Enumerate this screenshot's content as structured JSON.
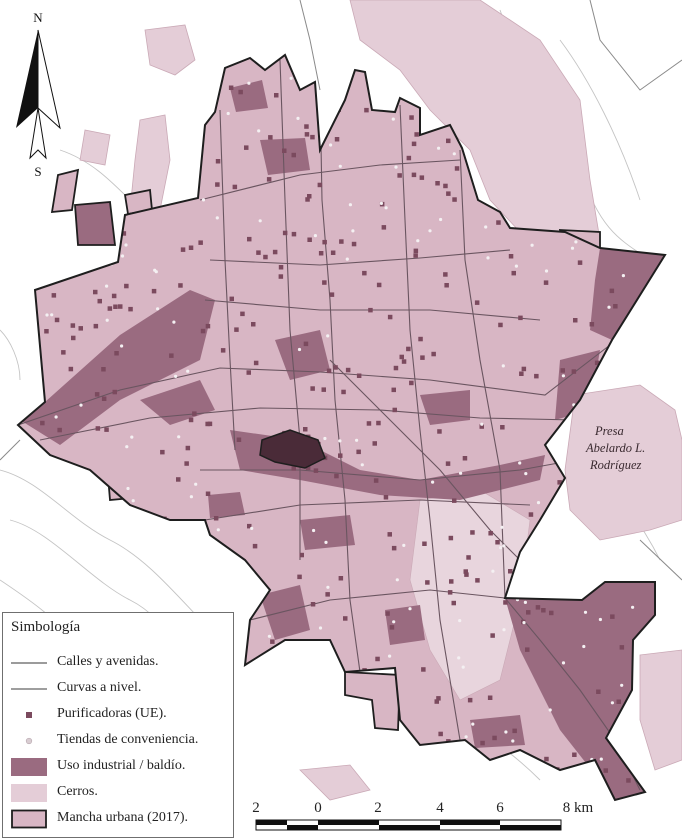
{
  "north_arrow": {
    "north": "N",
    "south": "S"
  },
  "place_label": [
    "Presa",
    "Abelardo L.",
    "Rodríguez"
  ],
  "legend": {
    "title": "Simbología",
    "items": [
      {
        "label": "Calles y avenidas.",
        "symbol": "line",
        "color": "#7a7a7a"
      },
      {
        "label": "Curvas a nivel.",
        "symbol": "line",
        "color": "#3c3c3c"
      },
      {
        "label": "Purificadoras (UE).",
        "symbol": "square-marker",
        "color": "#7b4a5e"
      },
      {
        "label": "Tiendas de conveniencia.",
        "symbol": "dot-marker",
        "color": "#f4f0f2"
      },
      {
        "label": "Uso industrial / baldío.",
        "symbol": "fill",
        "color": "#9a6b80"
      },
      {
        "label": "Cerros.",
        "symbol": "fill",
        "color": "#e4cdd7"
      },
      {
        "label": "Mancha urbana (2017).",
        "symbol": "fill-outlined",
        "color": "#d8b6c4"
      }
    ]
  },
  "scale_bar": {
    "labels": [
      "2",
      "0",
      "2",
      "4",
      "6",
      "8 km"
    ]
  },
  "colors": {
    "urban": "#d8b6c4",
    "industrial": "#9a6b80",
    "hills": "#e4cdd7",
    "outline": "#1e1e1e",
    "streets": "#6a5560",
    "contours": "#bcbcbc",
    "purificadoras": "#7b4a5e",
    "tiendas": "#f4f0f2"
  }
}
